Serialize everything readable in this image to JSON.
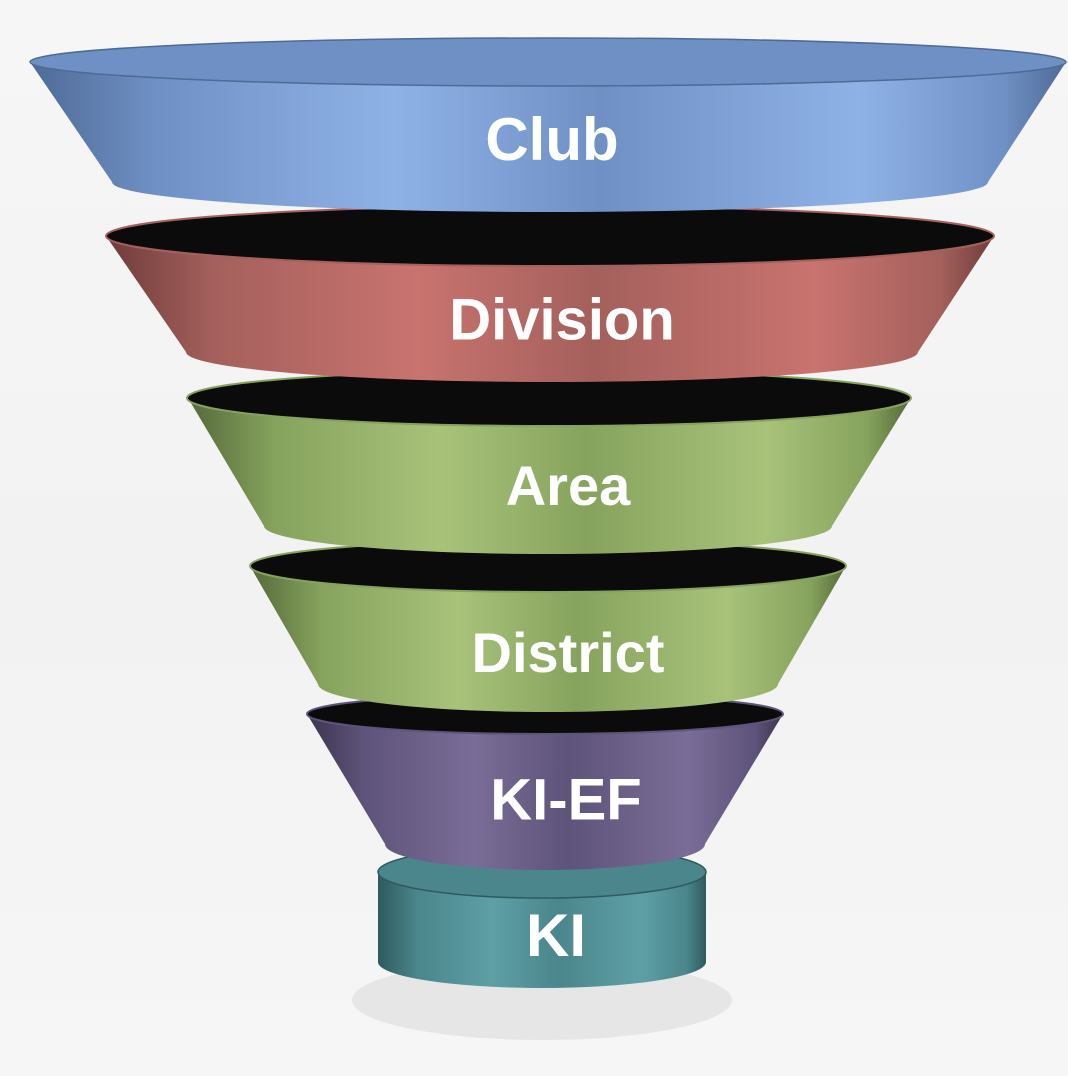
{
  "funnel": {
    "tiers": [
      {
        "label": "Club",
        "color": "#8fb2e6",
        "shade": "#6f90c4",
        "dark": "#4f6a96"
      },
      {
        "label": "Division",
        "color": "#c9736f",
        "shade": "#a4605c",
        "dark": "#6e3c3a"
      },
      {
        "label": "Area",
        "color": "#a8c27a",
        "shade": "#86a35d",
        "dark": "#55693a"
      },
      {
        "label": "District",
        "color": "#a8c27a",
        "shade": "#86a35d",
        "dark": "#55693a"
      },
      {
        "label": "KI-EF",
        "color": "#7a6d97",
        "shade": "#5e537a",
        "dark": "#3c3550"
      },
      {
        "label": "KI",
        "color": "#5e9fa6",
        "shade": "#4a868c",
        "dark": "#2f5a5e"
      }
    ]
  }
}
